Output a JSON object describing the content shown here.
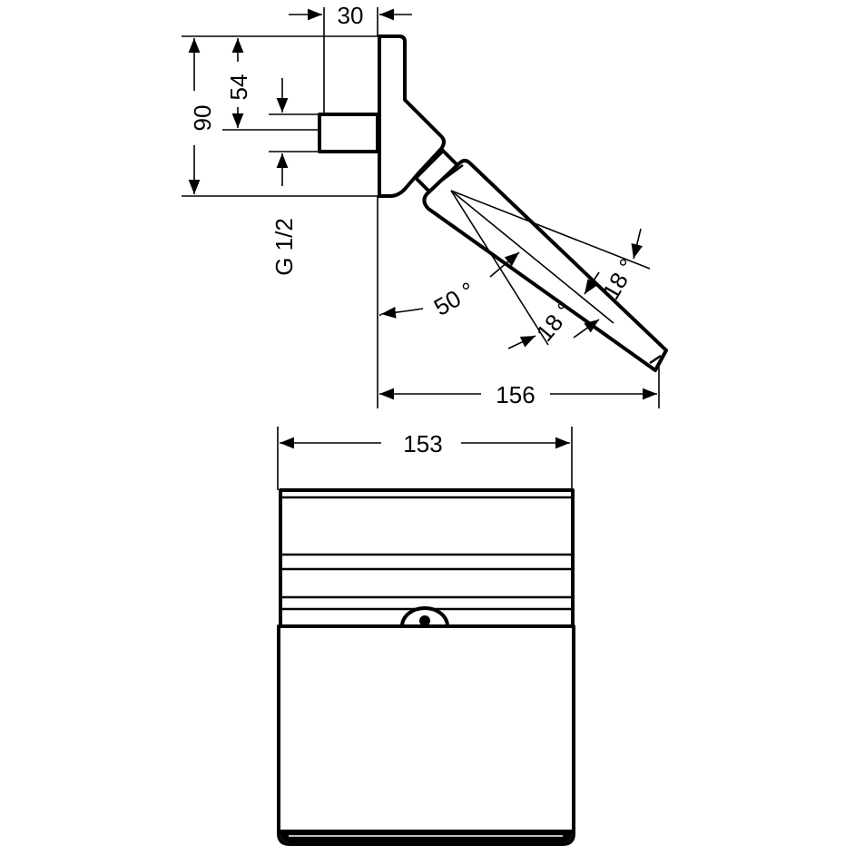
{
  "side_view": {
    "dim_depth_connector": "30",
    "dim_height_total": "90",
    "dim_height_connector": "54",
    "thread_label": "G 1/2",
    "angle_tilt": "50 °",
    "angle_spray_upper": "18 °",
    "angle_spray_lower": "18 °",
    "dim_projection": "156"
  },
  "front_view": {
    "dim_width": "153"
  },
  "colors": {
    "line": "#000000",
    "background": "#ffffff"
  }
}
